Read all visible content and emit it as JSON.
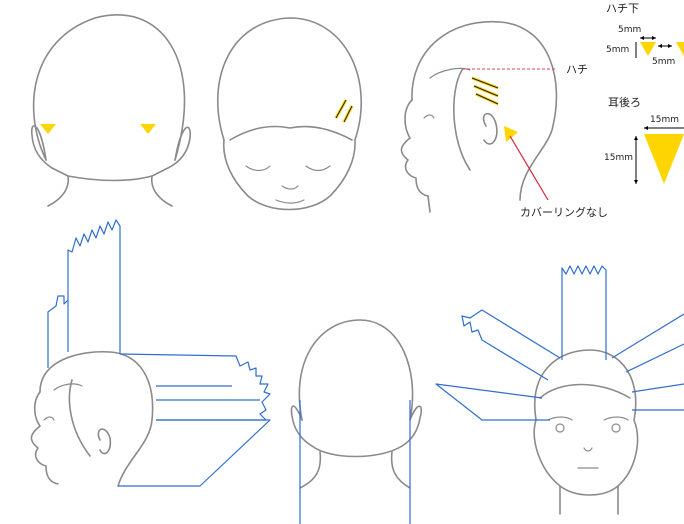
{
  "labels": {
    "hachi": "ハチ",
    "covering_none": "カバーリングなし",
    "hachi_shita": "ハチ下",
    "mimi_ushiro": "耳後ろ",
    "dim_5mm_top": "5mm",
    "dim_5mm_left": "5mm",
    "dim_5mm_right": "5mm",
    "dim_15mm_top": "15mm",
    "dim_15mm_left": "15mm"
  },
  "colors": {
    "outline": "#8a8a8a",
    "highlight": "#ffd500",
    "section_line": "#2f6fd0",
    "marker": "#d8203a"
  }
}
